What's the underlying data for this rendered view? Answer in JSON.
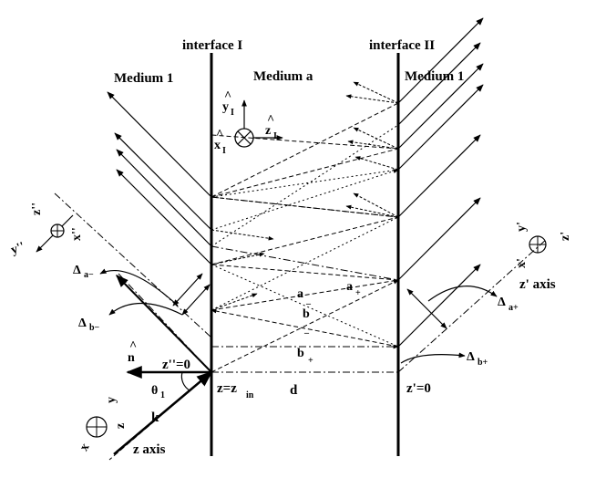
{
  "labels": {
    "interface_I": "interface I",
    "interface_II": "interface II",
    "medium1_left": "Medium 1",
    "medium_a": "Medium a",
    "medium1_right": "Medium 1",
    "z_axis": "z axis",
    "zprime_axis": "z' axis",
    "zprime_zero": "z'=0",
    "zdouble_zero": "z''=0",
    "z_eq": "z=z",
    "z_eq_sub": "in",
    "d": "d",
    "k": "k",
    "theta": "θ",
    "theta_sub": "1",
    "n_hat": "n",
    "hat": "^",
    "a_minus": "a",
    "a_minus_sub": "_",
    "a_plus": "a",
    "a_plus_sub": "+",
    "b_minus": "b",
    "b_minus_sub": "_",
    "b_plus": "b",
    "b_plus_sub": "+",
    "delta": "Δ",
    "delta_a_minus_sub": "a−",
    "delta_b_minus_sub": "b−",
    "delta_a_plus_sub": "a+",
    "delta_b_plus_sub": "b+",
    "yI": "y",
    "xI": "x",
    "zI": "z",
    "sub_I": "I",
    "x_dd": "x''",
    "y_dd": "y''",
    "z_dd": "z''",
    "x_p": "x'",
    "y_p": "y'",
    "z_p": "z'",
    "x_plain": "x",
    "y_plain": "y",
    "z_plain": "z"
  }
}
